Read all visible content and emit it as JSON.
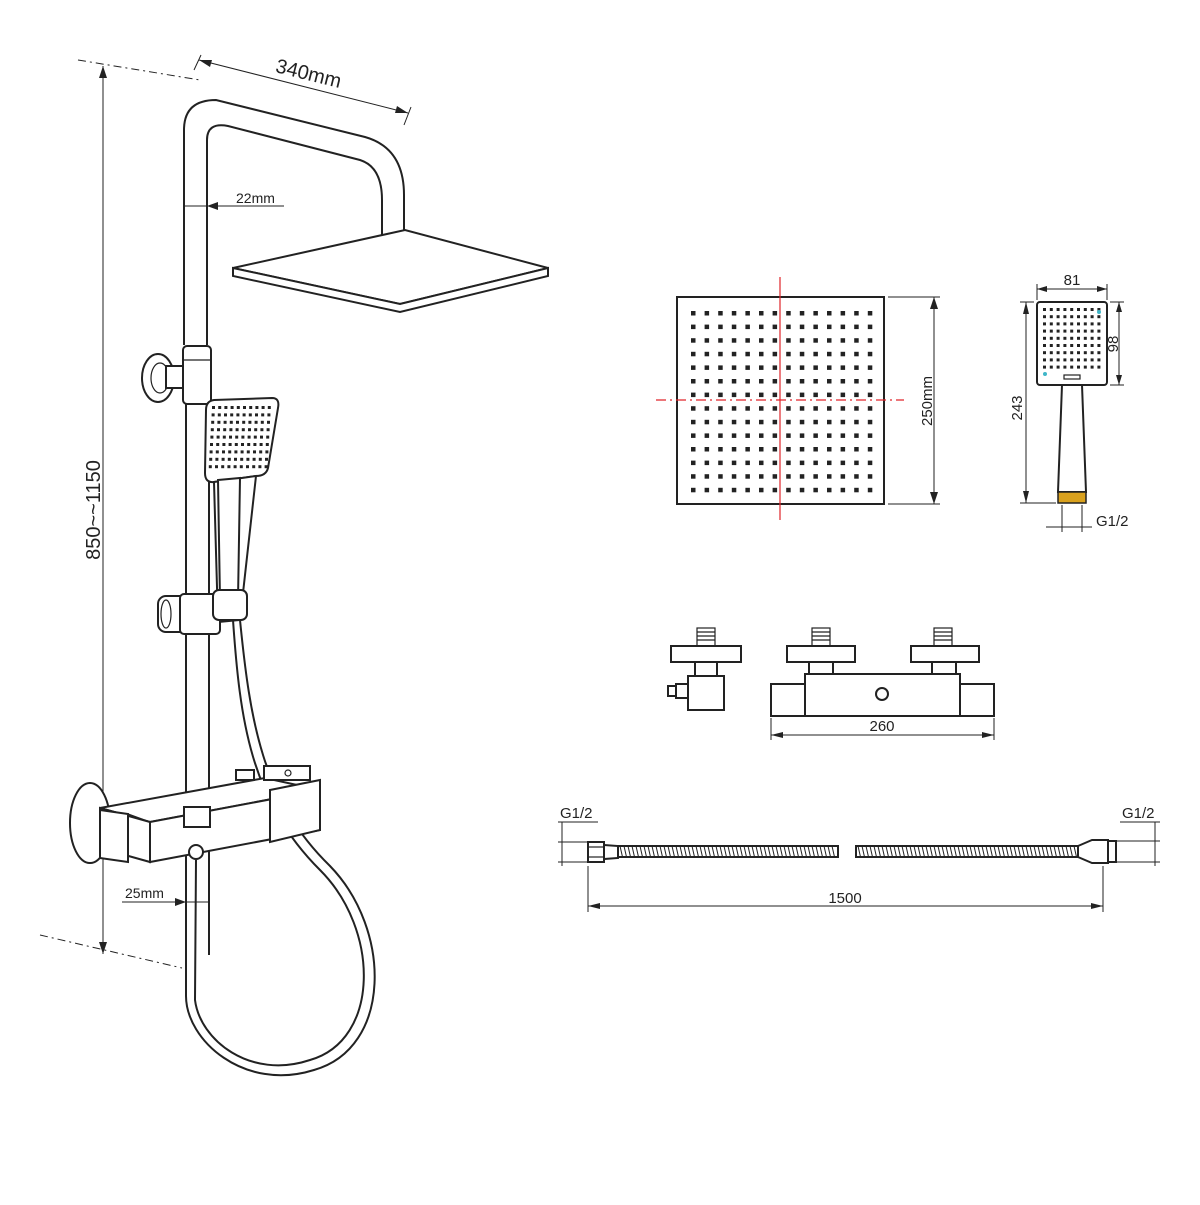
{
  "dimensions": {
    "arm_length": "340mm",
    "pipe_upper_diameter": "22mm",
    "pipe_lower_diameter": "25mm",
    "height_range": "850~~1150",
    "head_size": "250mm",
    "hand_head_width": "81",
    "hand_head_height": "98",
    "hand_length": "243",
    "hand_thread": "G1/2",
    "valve_width": "260",
    "hose_left_thread": "G1/2",
    "hose_right_thread": "G1/2",
    "hose_length": "1500"
  },
  "colors": {
    "line": "#222222",
    "centerline": "#e0242a",
    "brass": "#d9a11e",
    "nozzle_accent": "#3fb6c8"
  }
}
